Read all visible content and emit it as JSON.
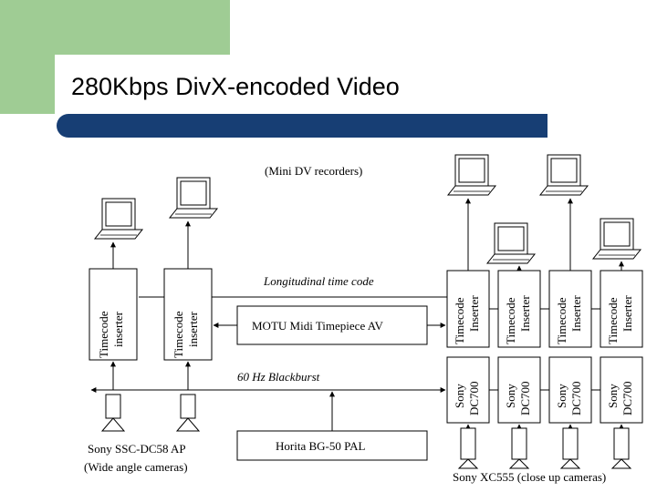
{
  "slide": {
    "title": "280Kbps DivX-encoded Video",
    "accent_green": "#9fcc94",
    "accent_blue": "#173e74"
  },
  "diagram": {
    "recorders_label": "(Mini DV recorders)",
    "longitudinal_label": "Longitudinal time code",
    "blackburst_label": "60 Hz Blackburst",
    "motu_label": "MOTU Midi Timepiece AV",
    "horita_label": "Horita BG-50 PAL",
    "wide_cameras_line1": "Sony SSC-DC58 AP",
    "wide_cameras_line2": "(Wide angle cameras)",
    "closeup_cameras": "Sony XC555 (close up cameras)",
    "inserter_left": [
      "Timecode",
      "inserter"
    ],
    "inserter_right": [
      "Timecode",
      "Inserter"
    ],
    "sony_dc": [
      "Sony",
      "DC700"
    ]
  }
}
